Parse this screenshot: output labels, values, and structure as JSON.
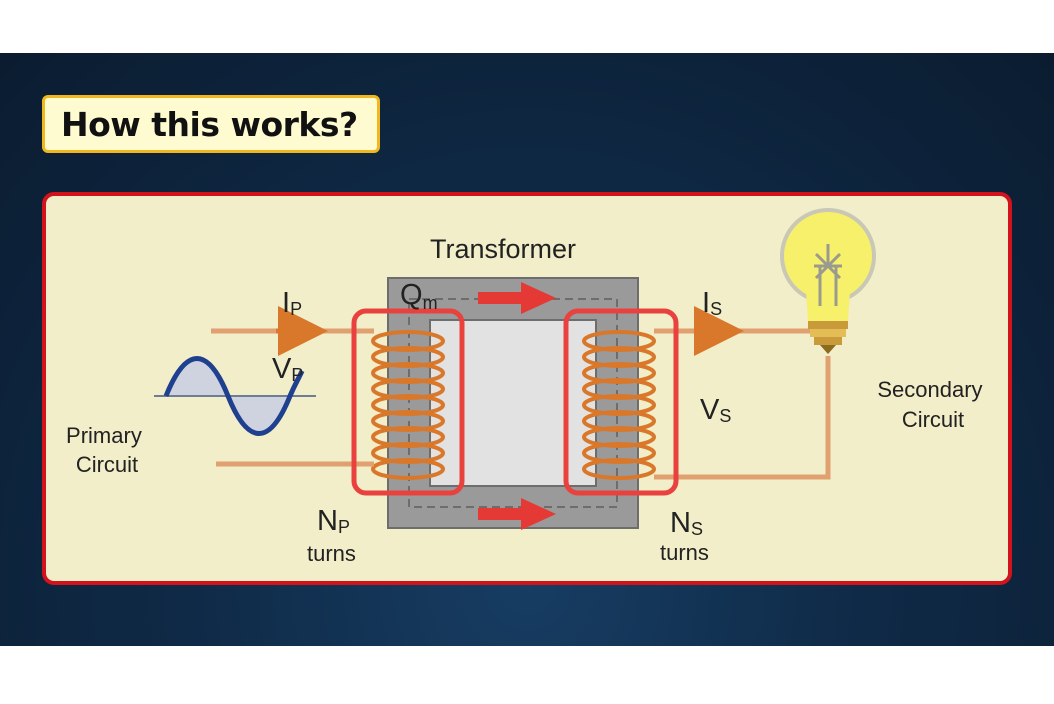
{
  "title": "How this works?",
  "diagram": {
    "transformer_label": "Transformer",
    "flux_symbol": "Q",
    "flux_subscript": "m",
    "primary": {
      "current_symbol": "I",
      "current_subscript": "P",
      "voltage_symbol": "V",
      "voltage_subscript": "P",
      "turns_symbol": "N",
      "turns_subscript": "P",
      "turns_word": "turns",
      "circuit_line1": "Primary",
      "circuit_line2": "Circuit"
    },
    "secondary": {
      "current_symbol": "I",
      "current_subscript": "S",
      "voltage_symbol": "V",
      "voltage_subscript": "S",
      "turns_symbol": "N",
      "turns_subscript": "S",
      "turns_word": "turns",
      "circuit_line1": "Secondary",
      "circuit_line2": "Circuit"
    },
    "colors": {
      "frame_border": "#d3131c",
      "panel_background": "#f1eec9",
      "coil": "#d9782a",
      "wire": "#e0a070",
      "core": "#9a9a9a",
      "highlight": "#e8413e",
      "flux_arrow": "#e53935",
      "wave": "#1f3f8f",
      "bulb": "#f7f06a"
    },
    "icons": [
      "ac-source-icon",
      "light-bulb-icon"
    ]
  }
}
